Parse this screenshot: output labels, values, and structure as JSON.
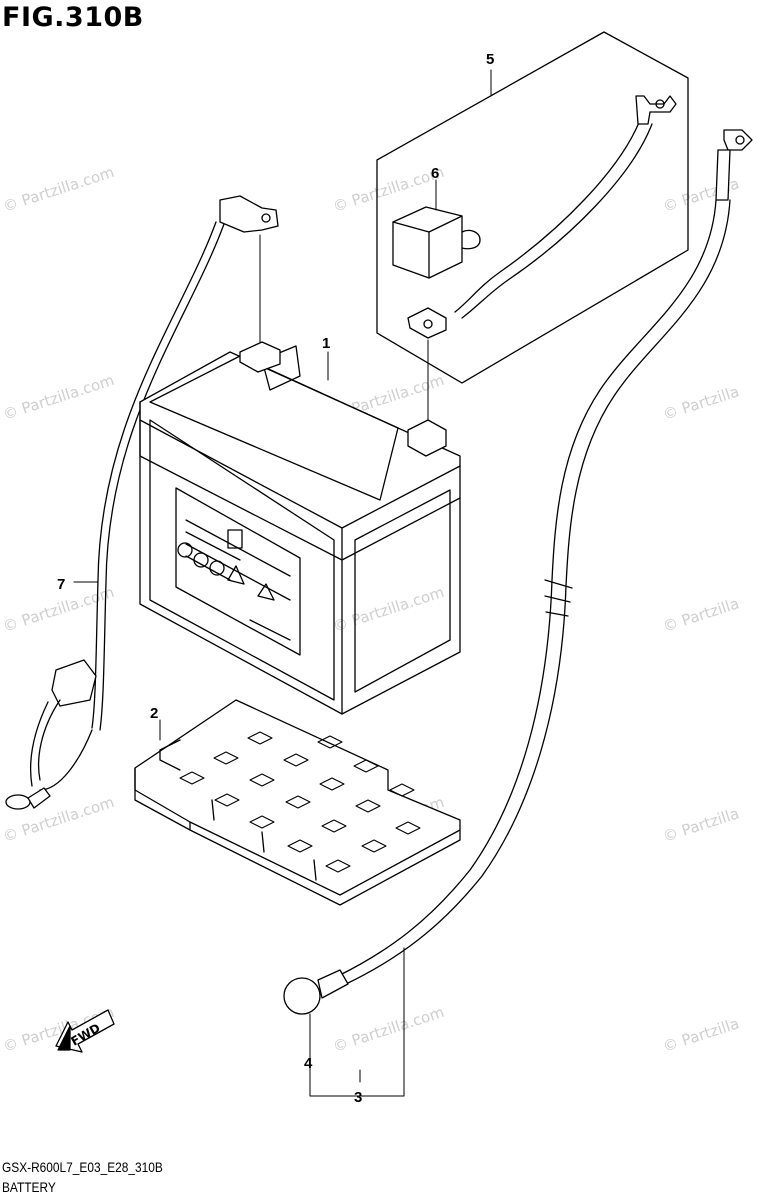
{
  "figure": {
    "title": "FIG.310B",
    "code": "GSX-R600L7_E03_E28_310B",
    "caption": "BATTERY"
  },
  "callouts": [
    "1",
    "2",
    "3",
    "4",
    "5",
    "6",
    "7"
  ],
  "fwd_label": "FWD",
  "watermark": "© Partzilla.com",
  "watermark_short": "© Partzilla"
}
